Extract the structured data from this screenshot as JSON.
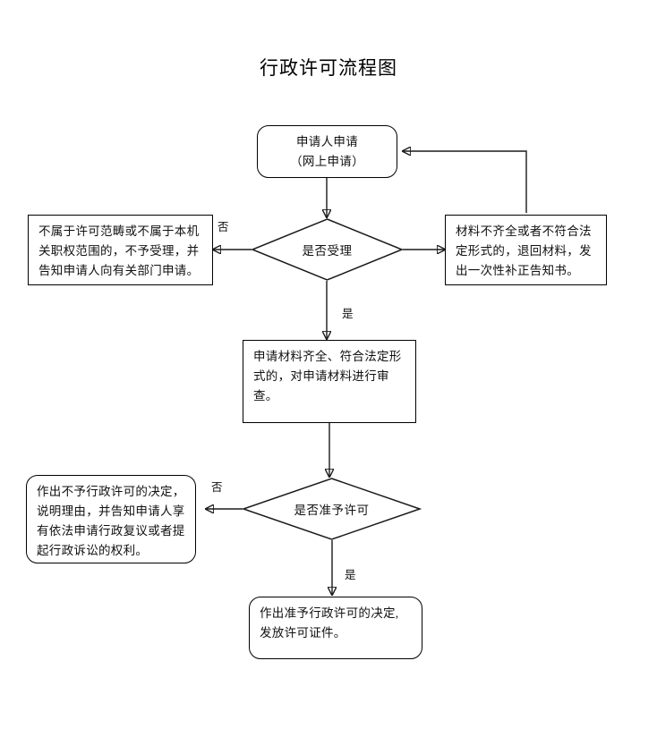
{
  "document": {
    "title": "行政许可流程图",
    "background_color": "#ffffff",
    "line_color": "#1a1a1a",
    "text_color": "#111111"
  },
  "nodes": {
    "start": {
      "shape": "rounded-rectangle",
      "line1": "申请人申请",
      "line2": "（网上申请）"
    },
    "decision_accept": {
      "shape": "diamond",
      "label": "是否受理"
    },
    "reject_not_in_scope": {
      "shape": "rectangle",
      "text": "不属于许可范畴或不属于本机关职权范围的，不予受理，并告知申请人向有关部门申请。"
    },
    "return_materials": {
      "shape": "rectangle",
      "text": "材料不齐全或者不符合法定形式的，退回材料，发出一次性补正告知书。"
    },
    "review_materials": {
      "shape": "rectangle",
      "text": "申请材料齐全、符合法定形式的，对申请材料进行审查。"
    },
    "decision_approve": {
      "shape": "diamond",
      "label": "是否准予许可"
    },
    "refuse_permit": {
      "shape": "rounded-rectangle",
      "text": "作出不予行政许可的决定，说明理由，并告知申请人享有依法申请行政复议或者提起行政诉讼的权利。"
    },
    "grant_permit": {
      "shape": "rounded-rectangle",
      "text": "作出准予行政许可的决定, 发放许可证件。"
    }
  },
  "edge_labels": {
    "accept_no": "否",
    "accept_yes": "是",
    "approve_no": "否",
    "approve_yes": "是"
  }
}
